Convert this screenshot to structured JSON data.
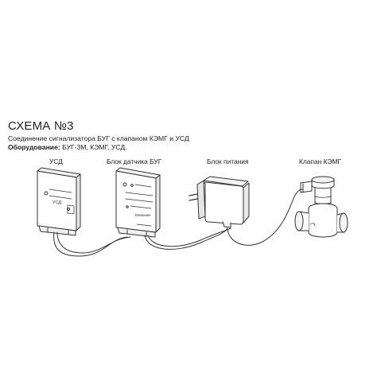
{
  "header": {
    "title": "СХЕМА №3",
    "subtitle": "Соединение сигнализатора БУГ с клапаном КЭМГ и УСД",
    "equipment_label": "Оборудование:",
    "equipment_value": " БУГ-3М, КЭМГ, УСД."
  },
  "devices": {
    "usd": {
      "label": "УСД",
      "face_text": "УСД"
    },
    "bug": {
      "label": "Блок датчика БУГ",
      "face_text": "Внимание"
    },
    "power": {
      "label": "Блок питания"
    },
    "valve": {
      "label": "Клапан КЭМГ"
    }
  },
  "colors": {
    "line": "#333333",
    "fill": "#ffffff",
    "shade": "#e6e6e6"
  }
}
